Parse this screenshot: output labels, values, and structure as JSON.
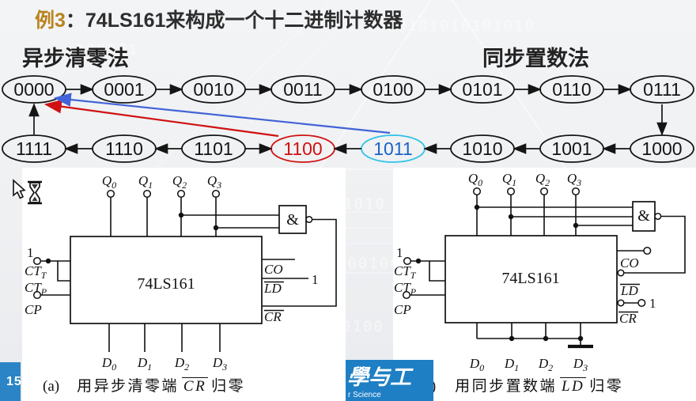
{
  "title": {
    "prefix": "例3",
    "rest": "：74LS161来构成一个十二进制计数器"
  },
  "method_labels": {
    "left": "异步清零法",
    "right": "同步置数法"
  },
  "state_diagram": {
    "top_states": [
      "0000",
      "0001",
      "0010",
      "0011",
      "0100",
      "0101",
      "0110",
      "0111"
    ],
    "bottom_states": [
      "1111",
      "1110",
      "1101",
      "1100",
      "1011",
      "1010",
      "1001",
      "1000"
    ],
    "red_state": "1100",
    "blue_state": "1011",
    "colors": {
      "normal": "#151515",
      "red": "#d01111",
      "blue_arrow": "#4263d8",
      "cyan_outline": "#2ec2e8",
      "blue_text": "#1a64c8"
    }
  },
  "circuit_a": {
    "chip": "74LS161",
    "gate": "&",
    "q_labels": [
      {
        "b": "Q",
        "s": "0"
      },
      {
        "b": "Q",
        "s": "1"
      },
      {
        "b": "Q",
        "s": "2"
      },
      {
        "b": "Q",
        "s": "3"
      }
    ],
    "d_labels": [
      {
        "b": "D",
        "s": "0"
      },
      {
        "b": "D",
        "s": "1"
      },
      {
        "b": "D",
        "s": "2"
      },
      {
        "b": "D",
        "s": "3"
      }
    ],
    "left_pins": {
      "const1": "1",
      "ctt_b": "CT",
      "ctt_s": "T",
      "ctp_b": "CT",
      "ctp_s": "P",
      "cp": "CP"
    },
    "right_pins": {
      "co": "CO",
      "ld": "LD",
      "cr": "CR",
      "const1": "1"
    },
    "caption": {
      "index": "(a)",
      "pre": "用异步清零端",
      "pin": "CR",
      "post": "归零"
    }
  },
  "circuit_b": {
    "chip": "74LS161",
    "gate": "&",
    "q_labels": [
      {
        "b": "Q",
        "s": "0"
      },
      {
        "b": "Q",
        "s": "1"
      },
      {
        "b": "Q",
        "s": "2"
      },
      {
        "b": "Q",
        "s": "3"
      }
    ],
    "d_labels": [
      {
        "b": "D",
        "s": "0"
      },
      {
        "b": "D",
        "s": "1"
      },
      {
        "b": "D",
        "s": "2"
      },
      {
        "b": "D",
        "s": "3"
      }
    ],
    "left_pins": {
      "const1": "1",
      "ctt_b": "CT",
      "ctt_s": "T",
      "ctp_b": "CT",
      "ctp_s": "P",
      "cp": "CP"
    },
    "right_pins": {
      "co": "CO",
      "ld": "LD",
      "cr": "CR",
      "const1": "1"
    },
    "caption": {
      "index": "(b)",
      "pre": "用同步置数端",
      "pin": "LD",
      "post": "归零"
    }
  },
  "watermark": {
    "s1": "1010101010101010",
    "s2": "100001",
    "s3": "1010",
    "s4": "100100",
    "s5": "0100"
  },
  "footer": {
    "page_number": "15",
    "logo_cn": "學与工",
    "logo_en": "r Science"
  }
}
